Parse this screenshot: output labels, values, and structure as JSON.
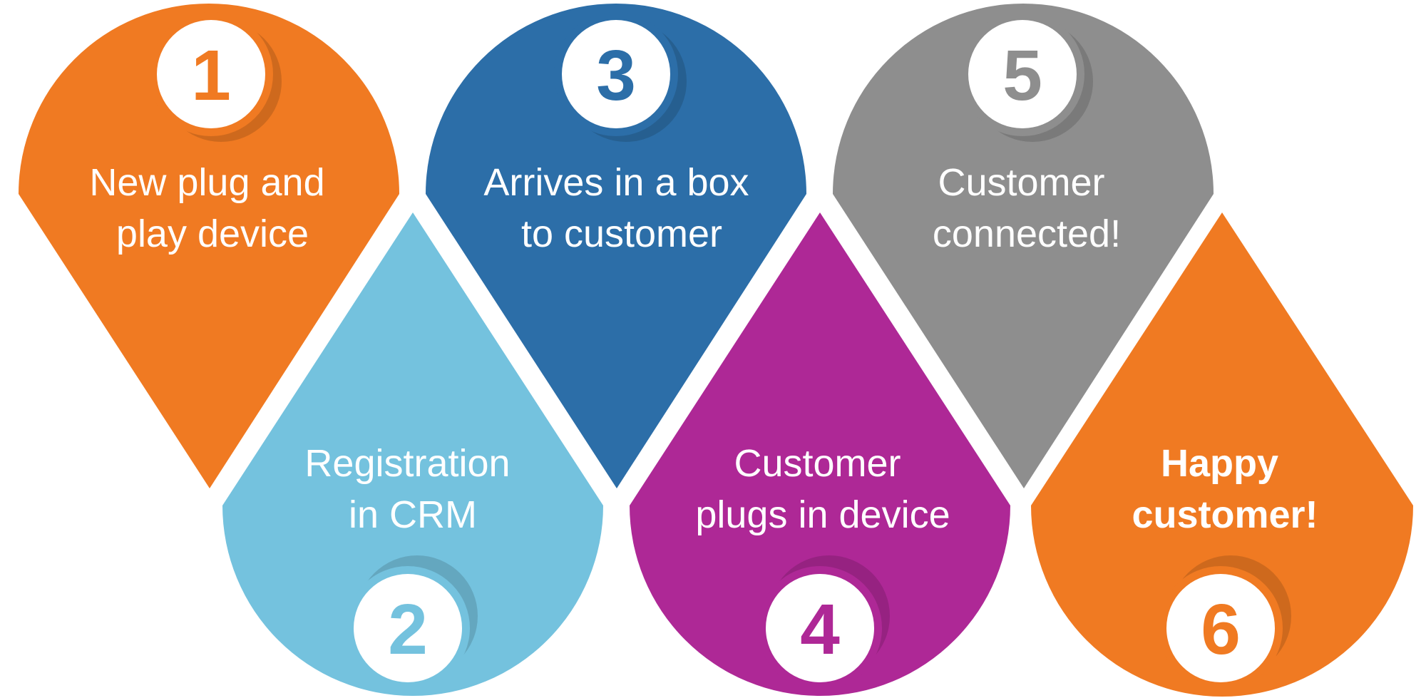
{
  "steps": [
    {
      "number": "1",
      "label_lines": [
        "New plug and",
        "play device"
      ],
      "color": "#f07a22",
      "bold": false
    },
    {
      "number": "2",
      "label_lines": [
        "Registration",
        "in CRM"
      ],
      "color": "#74c2de",
      "bold": false
    },
    {
      "number": "3",
      "label_lines": [
        "Arrives in a box",
        "to customer"
      ],
      "color": "#2c6ea8",
      "bold": false
    },
    {
      "number": "4",
      "label_lines": [
        "Customer",
        "plugs in device"
      ],
      "color": "#ae2896",
      "bold": false
    },
    {
      "number": "5",
      "label_lines": [
        "Customer",
        "connected!"
      ],
      "color": "#8e8e8e",
      "bold": false
    },
    {
      "number": "6",
      "label_lines": [
        "Happy",
        "customer!"
      ],
      "color": "#f07a22",
      "bold": true
    }
  ]
}
